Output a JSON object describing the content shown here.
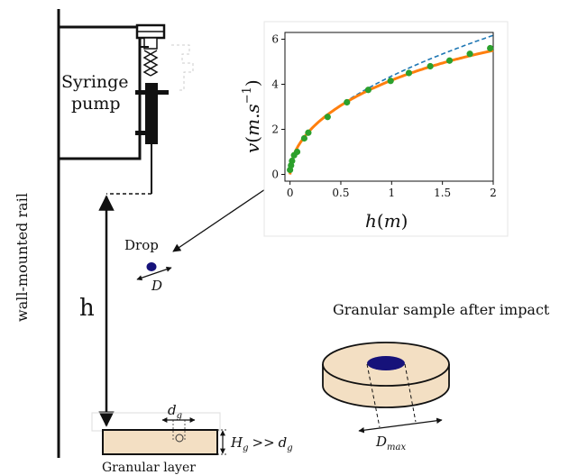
{
  "rail_label": "wall-mounted rail",
  "pump": {
    "line1": "Syringe",
    "line2": "pump"
  },
  "h_label": "h",
  "drop": {
    "label": "Drop",
    "dim": "D"
  },
  "granular_layer": {
    "label": "Granular layer",
    "dg": "d",
    "dg_sub": "g",
    "hg": "H",
    "hg_sub": "g",
    "hg_rel": ">>",
    "hg_rhs": "d",
    "hg_rhs_sub": "g"
  },
  "sample": {
    "title": "Granular sample after impact",
    "dmax": "D",
    "dmax_sub": "max"
  },
  "colors": {
    "sand": "#f3dfc3",
    "drop": "#16127a",
    "fit": "#ff7f0e",
    "theory": "#1f77b4",
    "points": "#2ca02c"
  },
  "chart_data": {
    "type": "scatter",
    "xlabel": "h(m)",
    "ylabel": "v(m.s^{-1})",
    "ylabel_parts": {
      "v": "v",
      "open": "(",
      "m": "m",
      "dot": ".",
      "s": "s",
      "exp": "−1",
      "close": ")"
    },
    "xlabel_parts": {
      "h": "h",
      "open": "(",
      "m": "m",
      "close": ")"
    },
    "xlim": [
      -0.05,
      2.0
    ],
    "ylim": [
      -0.3,
      6.3
    ],
    "xticks": [
      0,
      0.5,
      1,
      1.5,
      2
    ],
    "xtick_labels": [
      "0",
      "0.5",
      "1",
      "1.5",
      "2"
    ],
    "yticks": [
      0,
      2,
      4,
      6
    ],
    "ytick_labels": [
      "0",
      "2",
      "4",
      "6"
    ],
    "series": [
      {
        "kind": "points",
        "x": [
          0.0,
          0.01,
          0.02,
          0.04,
          0.07,
          0.14,
          0.18,
          0.37,
          0.56,
          0.77,
          0.99,
          1.17,
          1.38,
          1.57,
          1.77,
          1.97
        ],
        "y": [
          0.2,
          0.4,
          0.6,
          0.85,
          1.0,
          1.6,
          1.85,
          2.55,
          3.2,
          3.75,
          4.15,
          4.5,
          4.8,
          5.05,
          5.35,
          5.6
        ]
      },
      {
        "kind": "fit-line"
      },
      {
        "kind": "theory-dashed"
      }
    ]
  }
}
